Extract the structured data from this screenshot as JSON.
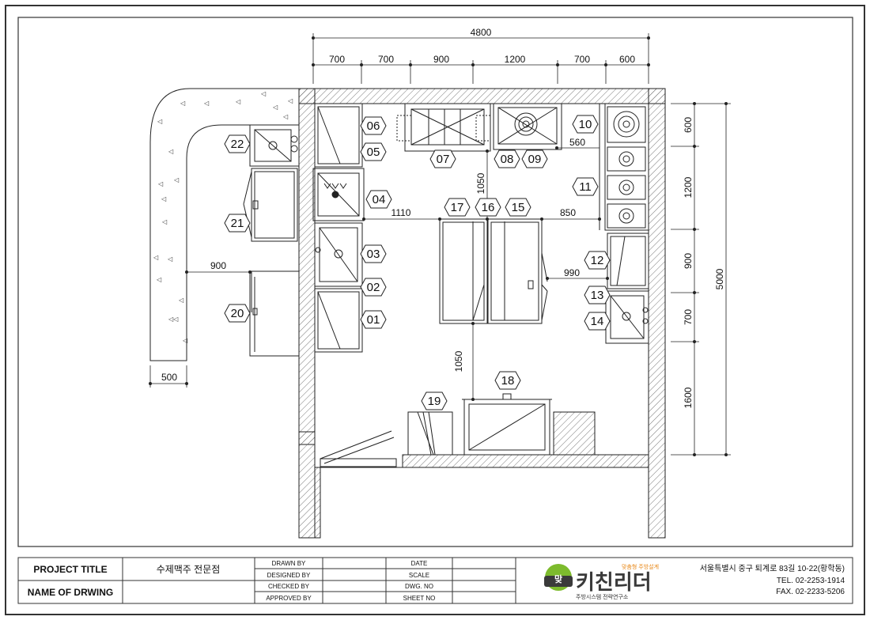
{
  "dimensions": {
    "top_total": "4800",
    "top_segments": [
      "700",
      "700",
      "900",
      "1200",
      "700",
      "600"
    ],
    "right_total": "5000",
    "right_segments": [
      "600",
      "1200",
      "900",
      "700",
      "1600"
    ],
    "left_depth": "900",
    "left_bottom": "500",
    "inner_1110": "1110",
    "inner_850": "850",
    "inner_1050_top": "1050",
    "inner_1050_bottom": "1050",
    "inner_990": "990",
    "inner_560": "560"
  },
  "tags": {
    "t01": "01",
    "t02": "02",
    "t03": "03",
    "t04": "04",
    "t05": "05",
    "t06": "06",
    "t07": "07",
    "t08": "08",
    "t09": "09",
    "t10": "10",
    "t11": "11",
    "t12": "12",
    "t13": "13",
    "t14": "14",
    "t15": "15",
    "t16": "16",
    "t17": "17",
    "t18": "18",
    "t19": "19",
    "t20": "20",
    "t21": "21",
    "t22": "22"
  },
  "title_block": {
    "project_title_label": "PROJECT TITLE",
    "project_title_value": "수제맥주 전문점",
    "drawing_name_label": "NAME OF DRWING",
    "drawing_name_value": "",
    "drawn_by": "DRAWN BY",
    "designed_by": "DESIGNED BY",
    "checked_by": "CHECKED BY",
    "approved_by": "APPROVED BY",
    "date": "DATE",
    "scale": "SCALE",
    "dwg_no": "DWG. NO",
    "sheet_no": "SHEET NO"
  },
  "company": {
    "logo_mark": "맞",
    "name": "키친리더",
    "tagline": "맞춤형 주방설계",
    "subtitle": "주방시스템 전략연구소",
    "address": "서울특별시 중구 퇴계로 83길 10-22(황학동)",
    "tel": "TEL. 02-2253-1914",
    "fax": "FAX. 02-2233-5206"
  },
  "colors": {
    "line": "#222222",
    "logo_green": "#7dbb2d",
    "logo_dark": "#3a3a3a",
    "tagline_orange": "#e8891a"
  }
}
